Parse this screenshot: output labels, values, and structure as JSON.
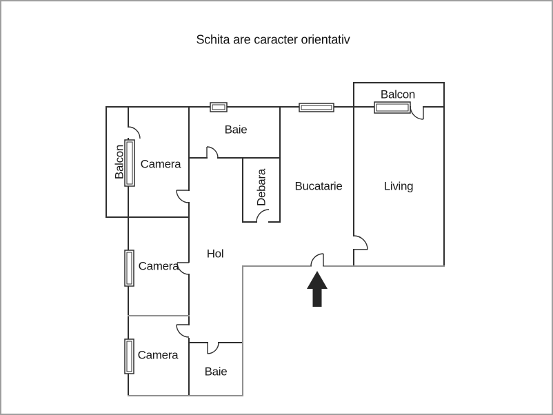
{
  "title": "Schita are caracter orientativ",
  "rooms": {
    "balcon_left": {
      "label": "Balcon"
    },
    "camera_top": {
      "label": "Camera"
    },
    "baie_top": {
      "label": "Baie"
    },
    "debara": {
      "label": "Debara"
    },
    "bucatarie": {
      "label": "Bucatarie"
    },
    "living": {
      "label": "Living"
    },
    "balcon_right": {
      "label": "Balcon"
    },
    "hol": {
      "label": "Hol"
    },
    "camera_middle": {
      "label": "Camera"
    },
    "camera_bottom": {
      "label": "Camera"
    },
    "baie_bottom": {
      "label": "Baie"
    }
  },
  "icons": {
    "entrance_arrow": "up-arrow"
  },
  "colors": {
    "wall_dark": "#2e2e2e",
    "wall_light": "#8f8f8f",
    "door": "#2e2e2e",
    "window_border": "#2e2e2e",
    "arrow": "#262626",
    "text": "#1a1a1a",
    "frame": "#9e9e9e",
    "background": "#ffffff"
  }
}
